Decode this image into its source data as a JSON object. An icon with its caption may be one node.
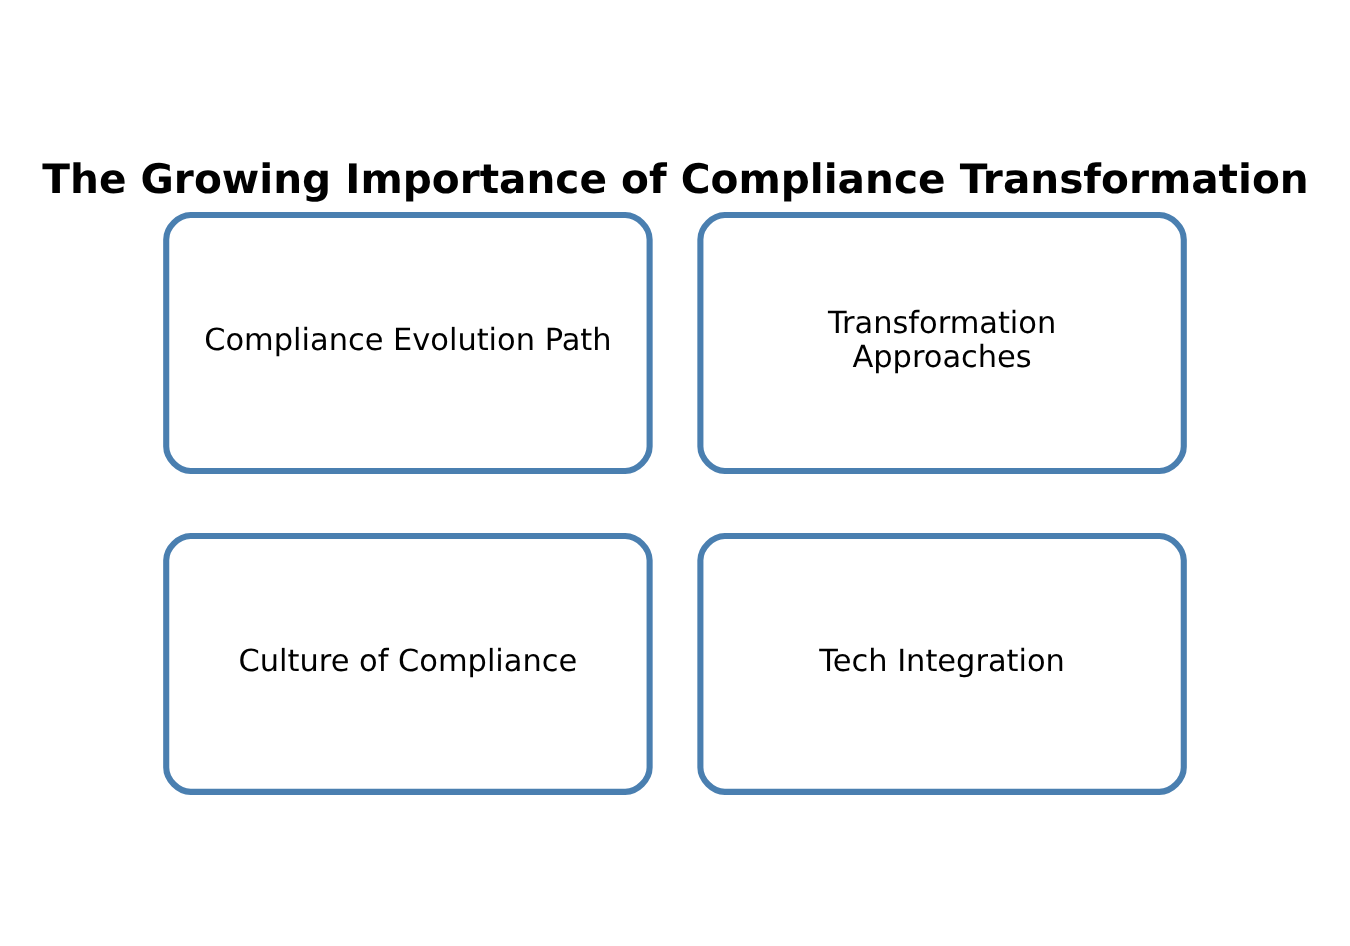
{
  "diagram": {
    "title": "The Growing Importance of Compliance Transformation",
    "nodes": [
      {
        "text": [
          "Compliance Evolution Path"
        ]
      },
      {
        "text": [
          "Transformation Approaches"
        ]
      },
      {
        "text": [
          "Culture of Compliance"
        ]
      },
      {
        "text": [
          "Tech Integration"
        ]
      }
    ]
  }
}
